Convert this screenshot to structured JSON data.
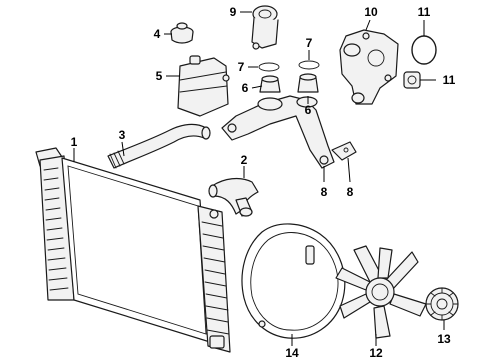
{
  "diagram": {
    "callouts": {
      "c1": "1",
      "c2": "2",
      "c3": "3",
      "c4": "4",
      "c5": "5",
      "c6a": "6",
      "c6b": "6",
      "c7a": "7",
      "c7b": "7",
      "c8a": "8",
      "c8b": "8",
      "c9": "9",
      "c10": "10",
      "c11a": "11",
      "c11b": "11",
      "c12": "12",
      "c13": "13",
      "c14": "14"
    }
  }
}
